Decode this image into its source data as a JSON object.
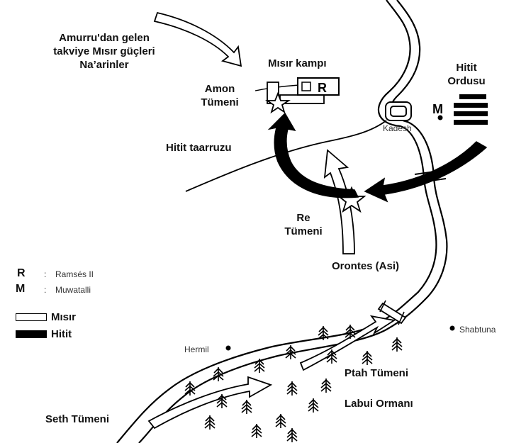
{
  "labels": {
    "reinforcement": [
      "Amurru'dan gelen",
      "takviye Mısır güçleri",
      "Na’arinler"
    ],
    "egypt_camp": "Mısır kampı",
    "amon_division": [
      "Amon",
      "Tümeni"
    ],
    "hittite_army": [
      "Hitit",
      "Ordusu"
    ],
    "kadesh": "Kadesh",
    "hittite_attack": "Hitit taarruzu",
    "re_division": [
      "Re",
      "Tümeni"
    ],
    "orontes": "Orontes (Asi)",
    "hermil": "Hermil",
    "shabtuna": "Shabtuna",
    "ptah_division": "Ptah Tümeni",
    "labui_forest": "Labui Ormanı",
    "seth_division": "Seth Tümeni",
    "camp_marker": "R",
    "muwatalli_marker": "M"
  },
  "legend": {
    "keys": [
      {
        "letter": "R",
        "sep": ":",
        "name": "Ramsés II"
      },
      {
        "letter": "M",
        "sep": ":",
        "name": "Muwatalli"
      }
    ],
    "sides": [
      {
        "label": "Mısır",
        "fill": "#ffffff"
      },
      {
        "label": "Hitit",
        "fill": "#000000"
      }
    ]
  },
  "colors": {
    "egypt": "#ffffff",
    "hittite": "#000000",
    "ink": "#111111"
  }
}
